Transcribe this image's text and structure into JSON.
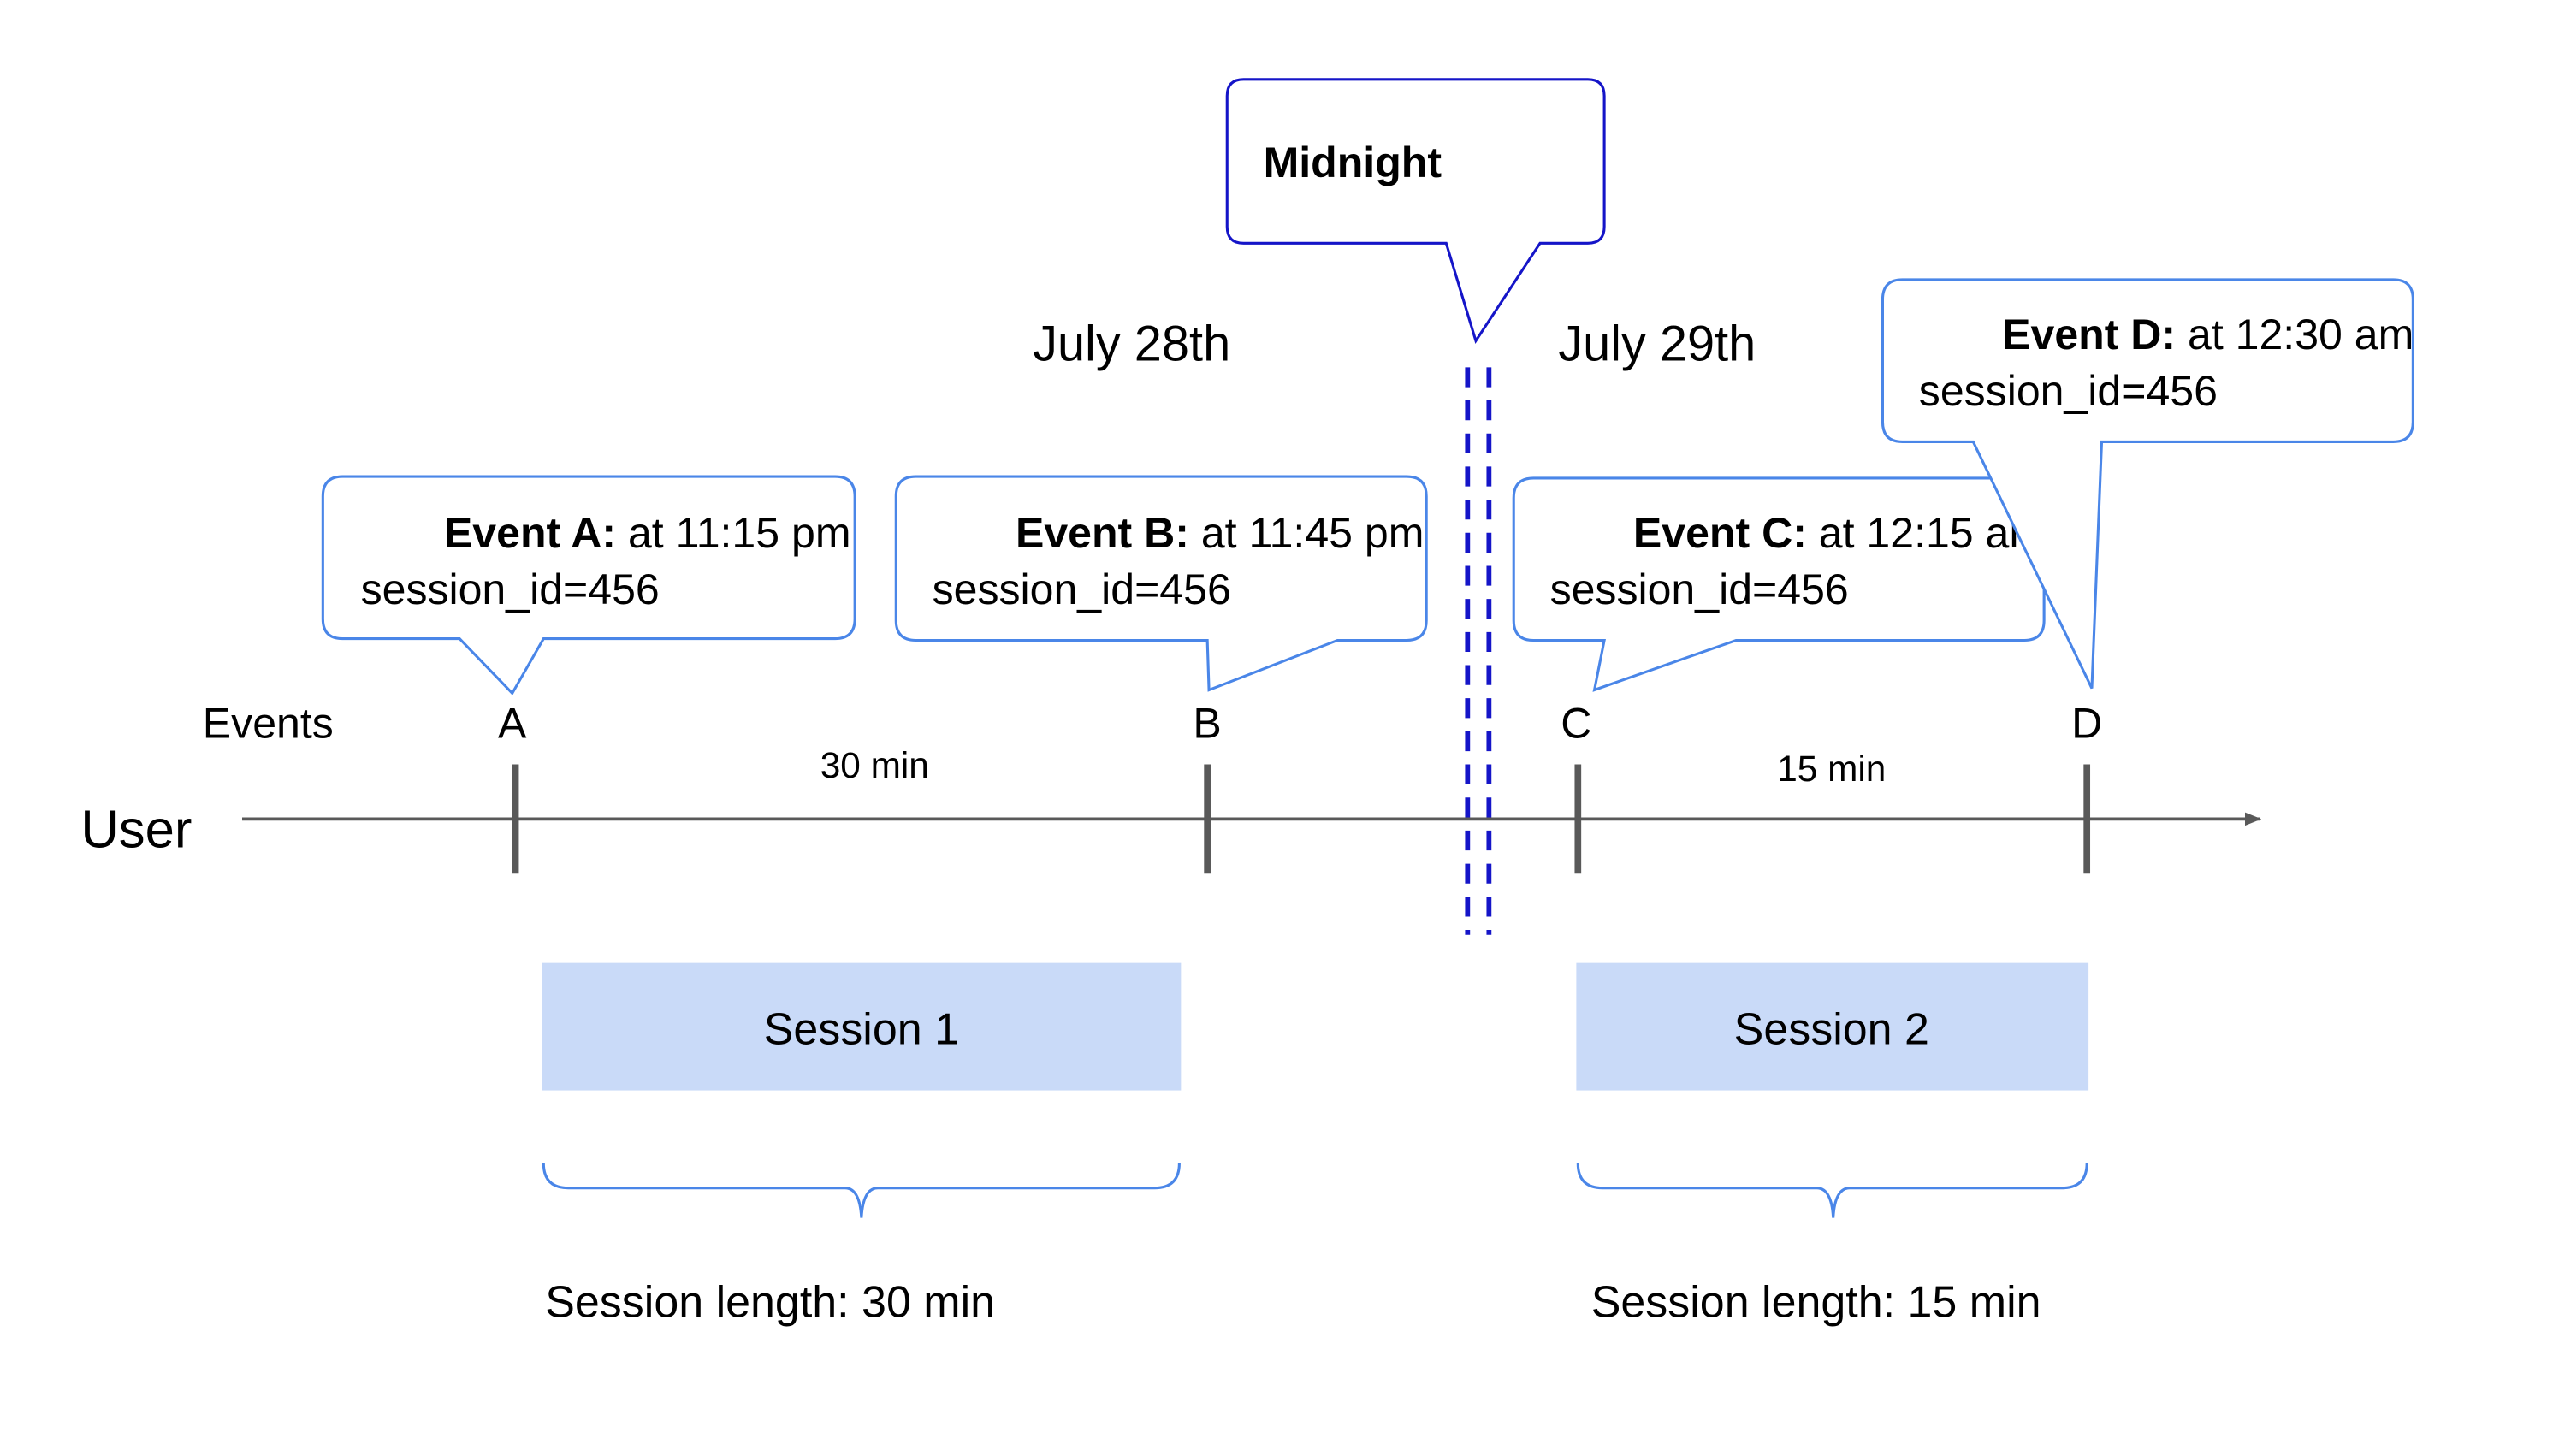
{
  "colors": {
    "callout_border": "#4a86e8",
    "midnight_border": "#1515c8",
    "midnight_line": "#1515c8",
    "axis": "#595959",
    "session_fill": "#c9daf8",
    "brace": "#4a86e8"
  },
  "row_labels": {
    "events": "Events",
    "user": "User"
  },
  "dates": {
    "before": "July 28th",
    "after": "July 29th"
  },
  "midnight": {
    "label": "Midnight"
  },
  "events": [
    {
      "letter": "A",
      "title": "Event A:",
      "time": " at 11:15 pm",
      "session": "session_id=456"
    },
    {
      "letter": "B",
      "title": "Event B:",
      "time": " at 11:45 pm",
      "session": "session_id=456"
    },
    {
      "letter": "C",
      "title": "Event C:",
      "time": " at 12:15 am",
      "session": "session_id=456"
    },
    {
      "letter": "D",
      "title": "Event D:",
      "time": " at 12:30 am",
      "session": "session_id=456"
    }
  ],
  "intervals": [
    {
      "label": "30 min"
    },
    {
      "label": "15 min"
    }
  ],
  "sessions": [
    {
      "label": "Session 1",
      "length_label": "Session length: 30 min"
    },
    {
      "label": "Session 2",
      "length_label": "Session length: 15 min"
    }
  ]
}
